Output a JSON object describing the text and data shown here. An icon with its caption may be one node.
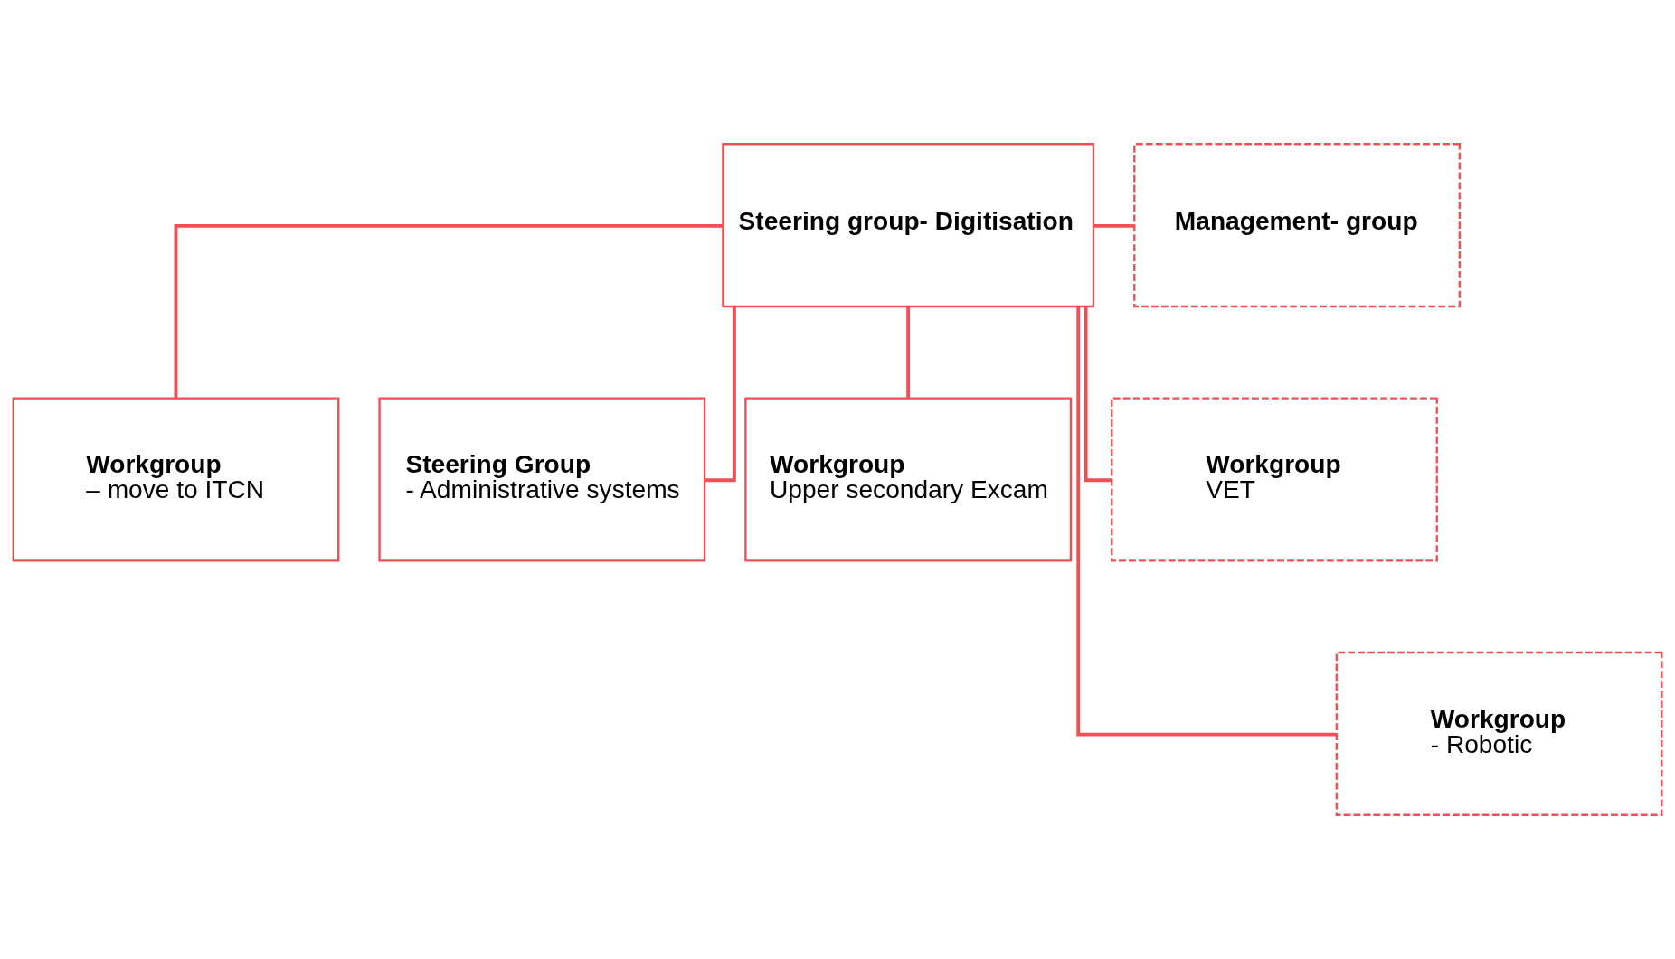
{
  "diagram": {
    "nodes": [
      {
        "text": [
          "Steering group- Digitisation"
        ]
      },
      {
        "text": [
          "Management- group"
        ]
      },
      {
        "text": [
          "Workgroup",
          "– move to ITCN"
        ]
      },
      {
        "text": [
          "Steering Group",
          "- Administrative systems"
        ]
      },
      {
        "text": [
          "Workgroup",
          "Upper secondary Excam"
        ]
      },
      {
        "text": [
          "Workgroup",
          "VET"
        ]
      },
      {
        "text": [
          "Workgroup",
          "- Robotic"
        ]
      }
    ],
    "edges": [
      {
        "from": 0,
        "to": 1,
        "arrow": "none"
      },
      {
        "from": 0,
        "to": 2,
        "arrow": "none"
      },
      {
        "from": 0,
        "to": 6,
        "arrow": "none"
      },
      {
        "from": 0,
        "to": 3,
        "arrow": "none"
      },
      {
        "from": 0,
        "to": 4,
        "arrow": "none"
      },
      {
        "from": 0,
        "to": 5,
        "arrow": "none"
      }
    ]
  }
}
